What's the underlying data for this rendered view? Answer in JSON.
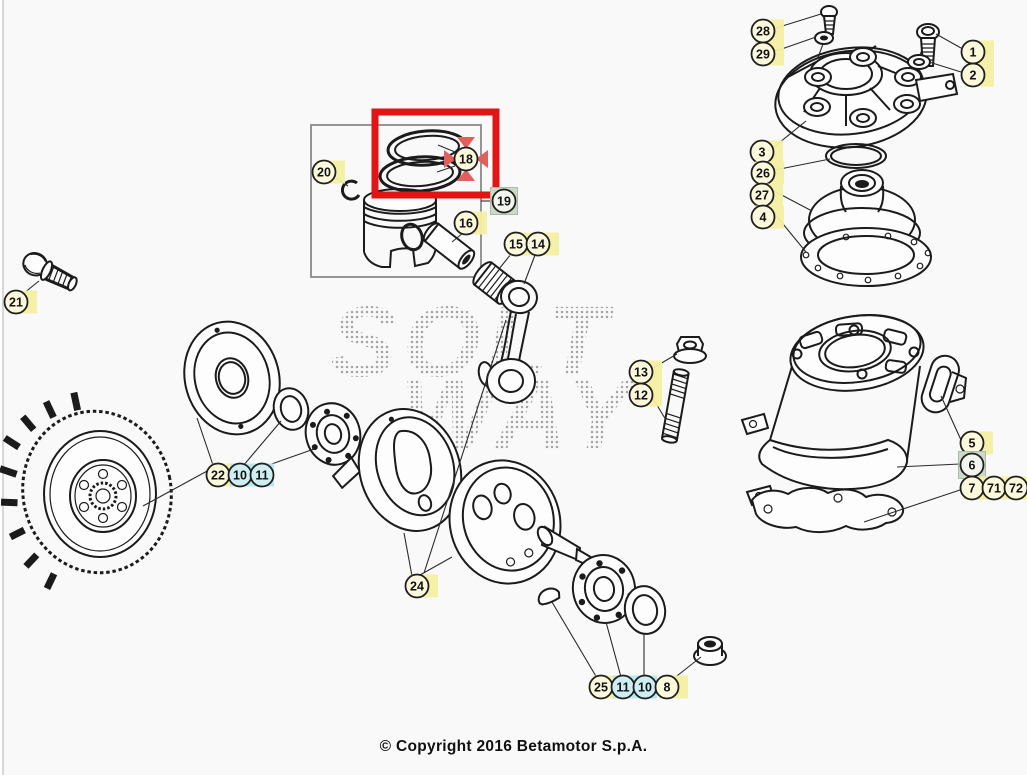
{
  "app": {
    "copyright": "© Copyright 2016 Betamotor S.p.A."
  },
  "watermark": {
    "line1": "SOLT",
    "line2": "WAY"
  },
  "selection": {
    "selected_part": "18",
    "box_color": "#e11515",
    "marker_color": "#e0605e"
  },
  "colors": {
    "background": "#f9f9f9",
    "line_art": "#1b1b1b",
    "callout_yellow_fill": "#fbf8dc",
    "callout_yellow_halo": "#f4efa2",
    "callout_cyan_fill": "#cfeef3",
    "callout_cyan_halo": "#b5e7ee",
    "callout_green_fill": "#f2f6ef",
    "callout_green_box": "#ccd9c6",
    "watermark_dots": "#969696"
  },
  "callouts": [
    {
      "label": "28",
      "style": "yellow"
    },
    {
      "label": "29",
      "style": "yellow"
    },
    {
      "label": "1",
      "style": "yellow"
    },
    {
      "label": "2",
      "style": "yellow"
    },
    {
      "label": "3",
      "style": "yellow"
    },
    {
      "label": "26",
      "style": "yellow"
    },
    {
      "label": "27",
      "style": "yellow"
    },
    {
      "label": "4",
      "style": "yellow"
    },
    {
      "label": "20",
      "style": "yellow"
    },
    {
      "label": "18",
      "style": "yellow-target"
    },
    {
      "label": "19",
      "style": "green"
    },
    {
      "label": "16",
      "style": "yellow"
    },
    {
      "label": "15",
      "style": "yellow"
    },
    {
      "label": "14",
      "style": "yellow"
    },
    {
      "label": "13",
      "style": "yellow"
    },
    {
      "label": "12",
      "style": "yellow"
    },
    {
      "label": "5",
      "style": "yellow"
    },
    {
      "label": "6",
      "style": "green"
    },
    {
      "label": "7",
      "style": "yellow"
    },
    {
      "label": "71",
      "style": "yellow"
    },
    {
      "label": "72",
      "style": "yellow"
    },
    {
      "label": "21",
      "style": "yellow"
    },
    {
      "label": "22",
      "style": "yellow"
    },
    {
      "label": "10",
      "style": "cyan"
    },
    {
      "label": "11",
      "style": "cyan"
    },
    {
      "label": "24",
      "style": "yellow"
    },
    {
      "label": "25",
      "style": "yellow"
    },
    {
      "label": "11",
      "style": "cyan"
    },
    {
      "label": "10",
      "style": "cyan"
    },
    {
      "label": "8",
      "style": "yellow"
    }
  ]
}
